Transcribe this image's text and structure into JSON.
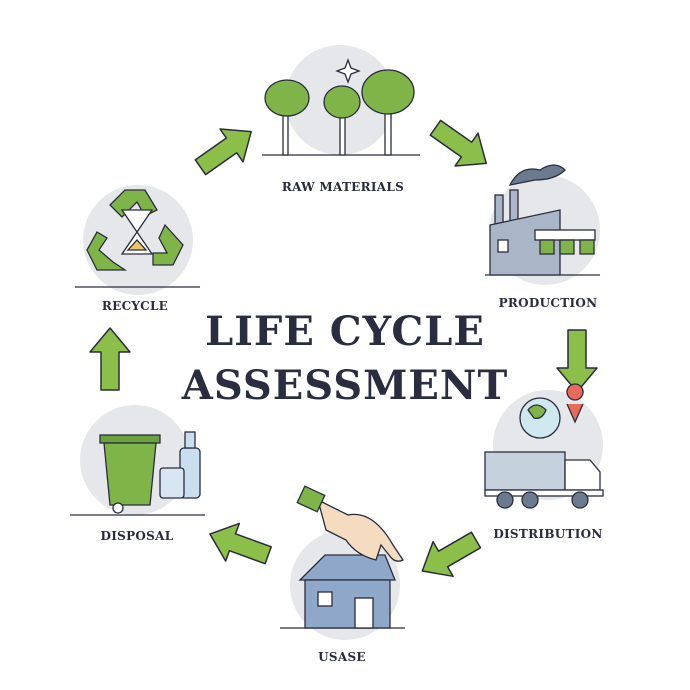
{
  "title": {
    "line1": "LIFE CYCLE",
    "line2": "ASSESSMENT"
  },
  "stages": [
    {
      "label": "RAW MATERIALS",
      "icon": "trees-icon"
    },
    {
      "label": "PRODUCTION",
      "icon": "factory-icon"
    },
    {
      "label": "DISTRIBUTION",
      "icon": "truck-globe-icon"
    },
    {
      "label": "USASE",
      "icon": "hand-house-icon"
    },
    {
      "label": "DISPOSAL",
      "icon": "trash-bin-icon"
    },
    {
      "label": "RECYCLE",
      "icon": "recycle-icon"
    }
  ],
  "colors": {
    "arrow": "#8cbf4a",
    "outline": "#2a2c3e",
    "circle": "#e6e7ea",
    "green": "#7fb548"
  }
}
